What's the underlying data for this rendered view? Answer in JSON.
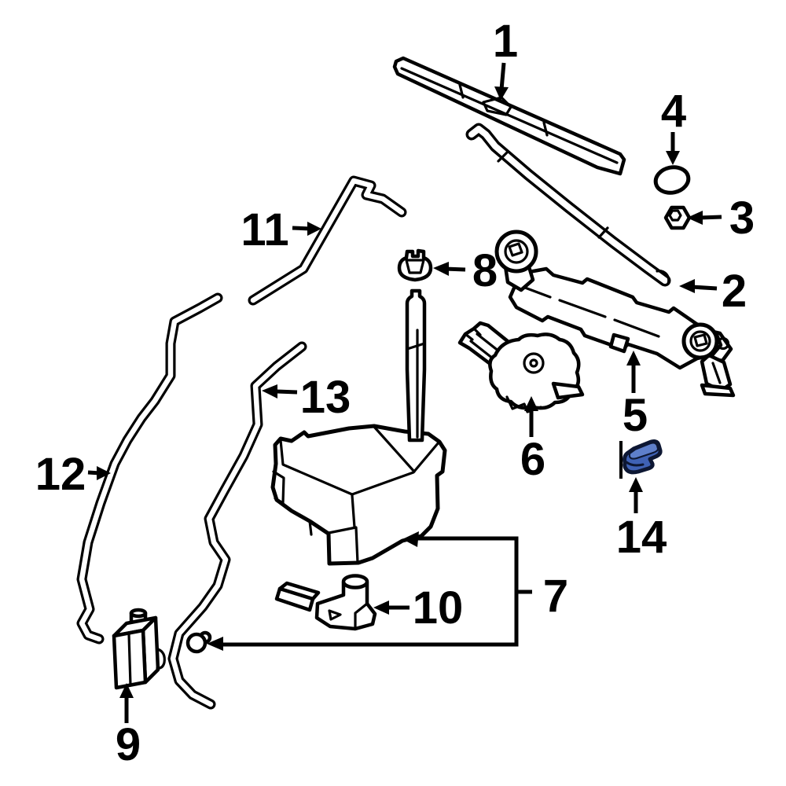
{
  "diagram": {
    "background": "#ffffff",
    "line_color": "#000000",
    "highlighted_callout": "14",
    "highlight": {
      "fill": "#3f62b5",
      "fill_light": "#5e7fcb",
      "outline": "#0d1733"
    },
    "callouts": [
      "1",
      "2",
      "3",
      "4",
      "5",
      "6",
      "7",
      "8",
      "9",
      "10",
      "11",
      "12",
      "13",
      "14"
    ]
  }
}
